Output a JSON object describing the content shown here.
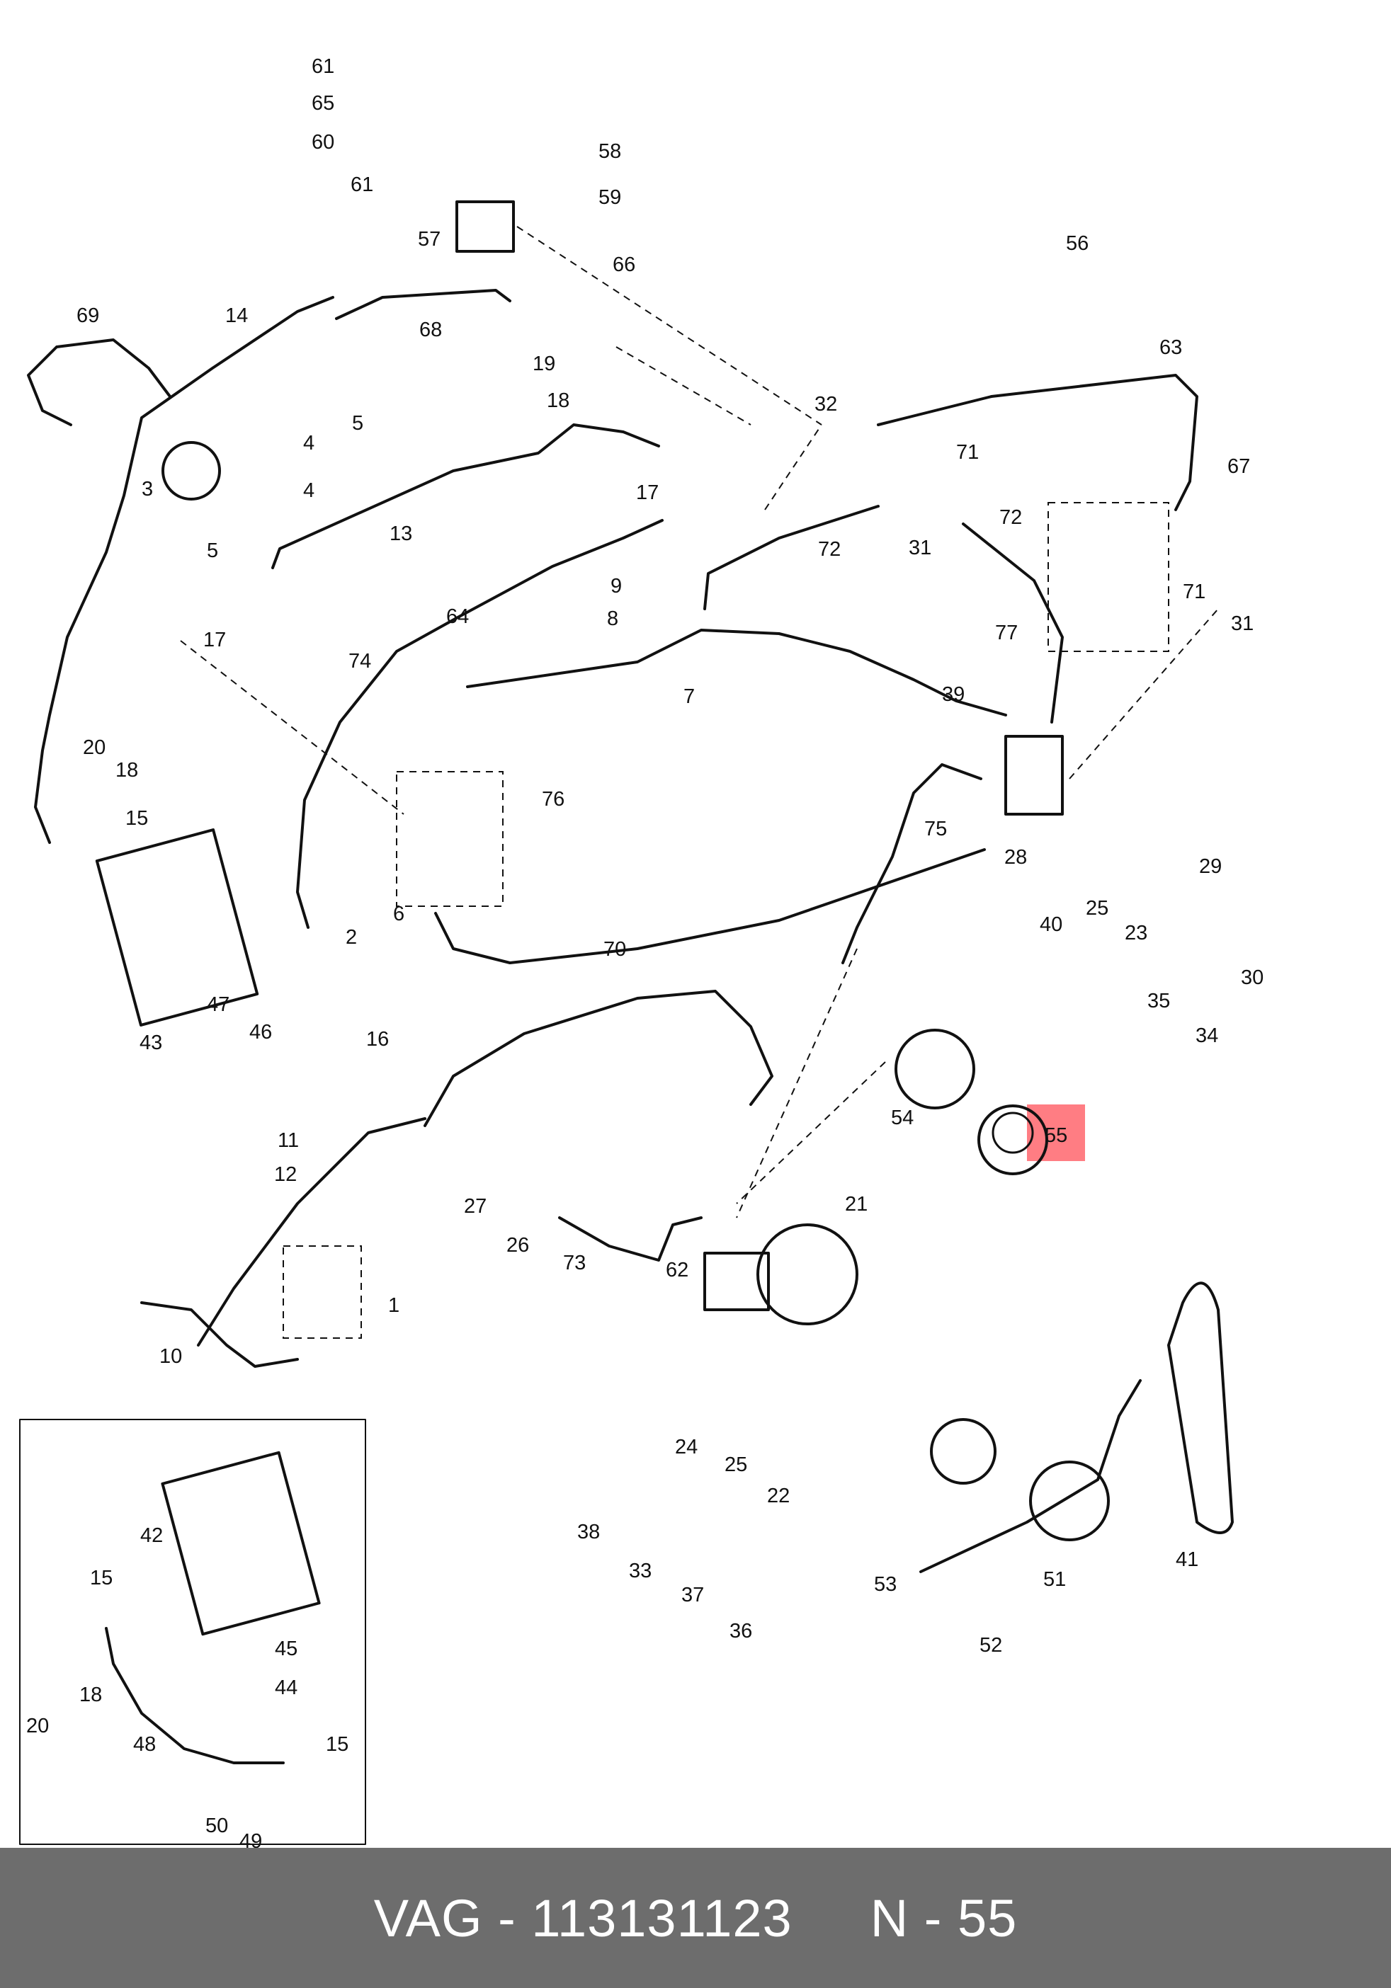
{
  "footer": {
    "brand": "VAG",
    "sep1": " - ",
    "part_number": "113131123",
    "position_prefix": "N",
    "sep2": " - ",
    "position": "55"
  },
  "highlight": {
    "label": "55",
    "color": "#ff7d83"
  },
  "callouts": [
    "61",
    "65",
    "60",
    "61",
    "58",
    "59",
    "57",
    "66",
    "56",
    "69",
    "14",
    "68",
    "63",
    "3",
    "4",
    "5",
    "4",
    "5",
    "19",
    "18",
    "32",
    "71",
    "17",
    "13",
    "67",
    "72",
    "31",
    "72",
    "71",
    "31",
    "9",
    "8",
    "77",
    "17",
    "64",
    "7",
    "74",
    "20",
    "18",
    "39",
    "15",
    "76",
    "75",
    "28",
    "2",
    "6",
    "29",
    "25",
    "23",
    "40",
    "70",
    "30",
    "47",
    "46",
    "35",
    "34",
    "43",
    "16",
    "54",
    "55",
    "11",
    "12",
    "27",
    "26",
    "73",
    "62",
    "21",
    "1",
    "10",
    "24",
    "25",
    "22",
    "38",
    "33",
    "37",
    "36",
    "42",
    "15",
    "53",
    "51",
    "41",
    "52",
    "45",
    "44",
    "20",
    "18",
    "48",
    "15",
    "50",
    "49"
  ]
}
